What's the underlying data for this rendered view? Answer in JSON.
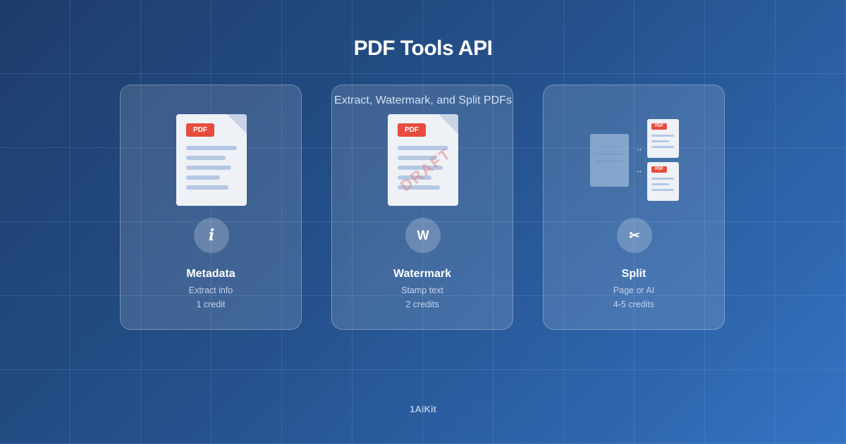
{
  "header": {
    "title": "PDF Tools API",
    "subtitle": "Extract, Watermark, and Split PDFs"
  },
  "cards": [
    {
      "name": "Metadata",
      "description": "Extract info",
      "cost": "1 credit",
      "icon": "info-icon",
      "icon_glyph": "i",
      "doc_badge": "PDF"
    },
    {
      "name": "Watermark",
      "description": "Stamp text",
      "cost": "2 credits",
      "icon": "watermark-icon",
      "icon_glyph": "W",
      "doc_badge": "PDF",
      "watermark_text": "DRAFT"
    },
    {
      "name": "Split",
      "description": "Page or AI",
      "cost": "4-5 credits",
      "icon": "scissors-icon",
      "icon_glyph": "✂",
      "doc_badge": "PDF",
      "arrow_glyph": "→"
    }
  ],
  "footer": {
    "brand": "1AiKit"
  },
  "colors": {
    "badge_red": "#e74c3c",
    "bg_start": "#1e3c6b",
    "bg_end": "#3573c3"
  }
}
